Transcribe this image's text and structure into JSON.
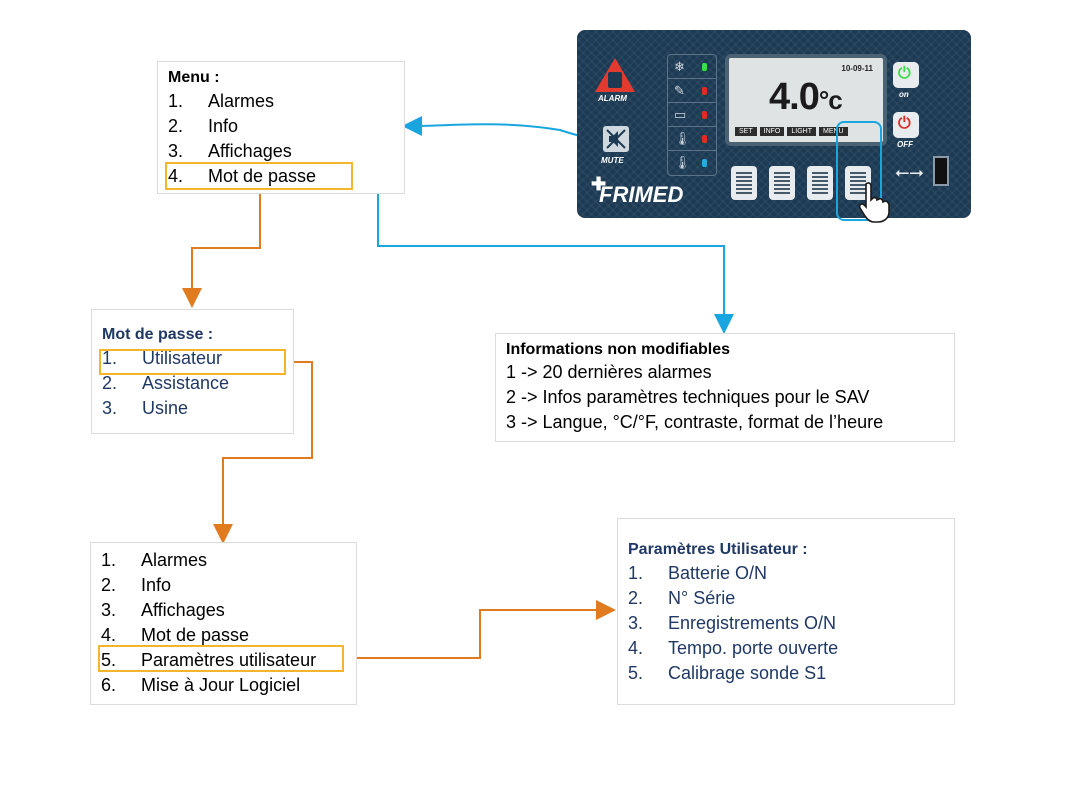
{
  "menu_box": {
    "title": "Menu :",
    "items": [
      {
        "num": "1.",
        "label": "Alarmes"
      },
      {
        "num": "2.",
        "label": "Info"
      },
      {
        "num": "3.",
        "label": "Affichages"
      },
      {
        "num": "4.",
        "label": "Mot de passe"
      }
    ]
  },
  "password_box": {
    "title": "Mot de passe :",
    "items": [
      {
        "num": "1.",
        "label": "Utilisateur"
      },
      {
        "num": "2.",
        "label": "Assistance"
      },
      {
        "num": "3.",
        "label": "Usine"
      }
    ]
  },
  "info_box": {
    "title": "Informations non modifiables",
    "lines": [
      "1 -> 20 dernières alarmes",
      "2 -> Infos paramètres techniques pour le SAV",
      "3 -> Langue, °C/°F, contraste, format de l’heure"
    ]
  },
  "user_menu_box": {
    "items": [
      {
        "num": "1.",
        "label": "Alarmes"
      },
      {
        "num": "2.",
        "label": "Info"
      },
      {
        "num": "3.",
        "label": "Affichages"
      },
      {
        "num": "4.",
        "label": "Mot de passe"
      },
      {
        "num": "5.",
        "label": "Paramètres utilisateur"
      },
      {
        "num": "6.",
        "label": "Mise à Jour Logiciel"
      }
    ]
  },
  "user_params_box": {
    "title": "Paramètres Utilisateur :",
    "items": [
      {
        "num": "1.",
        "label": "Batterie O/N"
      },
      {
        "num": "2.",
        "label": "N° Série"
      },
      {
        "num": "3.",
        "label": "Enregistrements O/N"
      },
      {
        "num": "4.",
        "label": "Tempo. porte ouverte"
      },
      {
        "num": "5.",
        "label": "Calibrage sonde S1"
      }
    ]
  },
  "device": {
    "date": "10-09-11",
    "temperature": "4.0",
    "unit": "°c",
    "tabs": [
      "SET",
      "INFO",
      "LIGHT",
      "MENU"
    ],
    "alarm_label": "ALARM",
    "mute_label": "MUTE",
    "on_label": "on",
    "off_label": "OFF",
    "brand": "FRIMED",
    "led_icons": [
      "snowflake-icon",
      "defrost-icon",
      "battery-icon",
      "thermometer-icon",
      "thermometer-icon"
    ],
    "led_colors": [
      "#3ddc4a",
      "#e02a2a",
      "#e02a2a",
      "#e02a2a",
      "#2aa8e0"
    ]
  },
  "colors": {
    "highlight": "#f2b52b",
    "orange_arrow": "#e07b20",
    "blue_arrow": "#19a6e0",
    "blue_text": "#203864"
  }
}
